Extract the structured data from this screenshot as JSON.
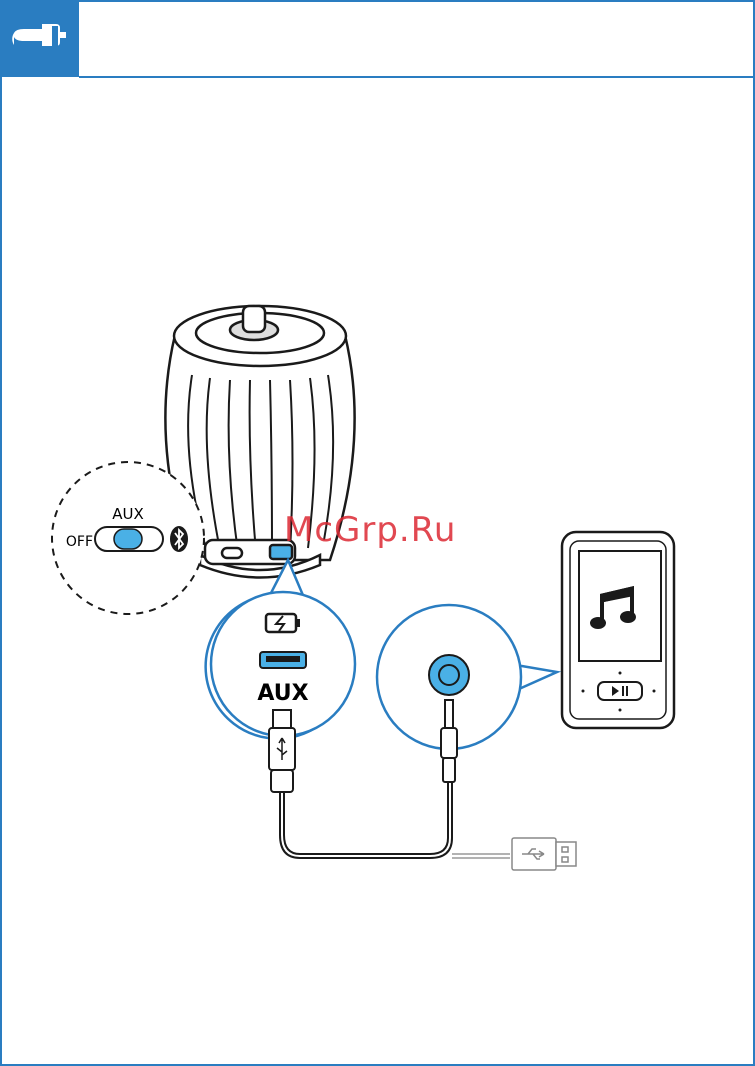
{
  "header": {
    "icon": "plug-icon"
  },
  "switch": {
    "aux_label": "AUX",
    "off_label": "OFF",
    "bt_icon": "bluetooth-icon"
  },
  "port_panel": {
    "charge_icon": "battery-charge-icon",
    "aux_label": "AUX"
  },
  "cable": {
    "usb_icon": "usb-icon"
  },
  "player": {
    "music_icon": "music-note-icon",
    "play_icon": "play-pause-icon"
  },
  "watermark": "McGrp.Ru",
  "colors": {
    "frame": "#2a7dc1",
    "accent": "#4ab0e6",
    "line": "#1a1a1a"
  }
}
